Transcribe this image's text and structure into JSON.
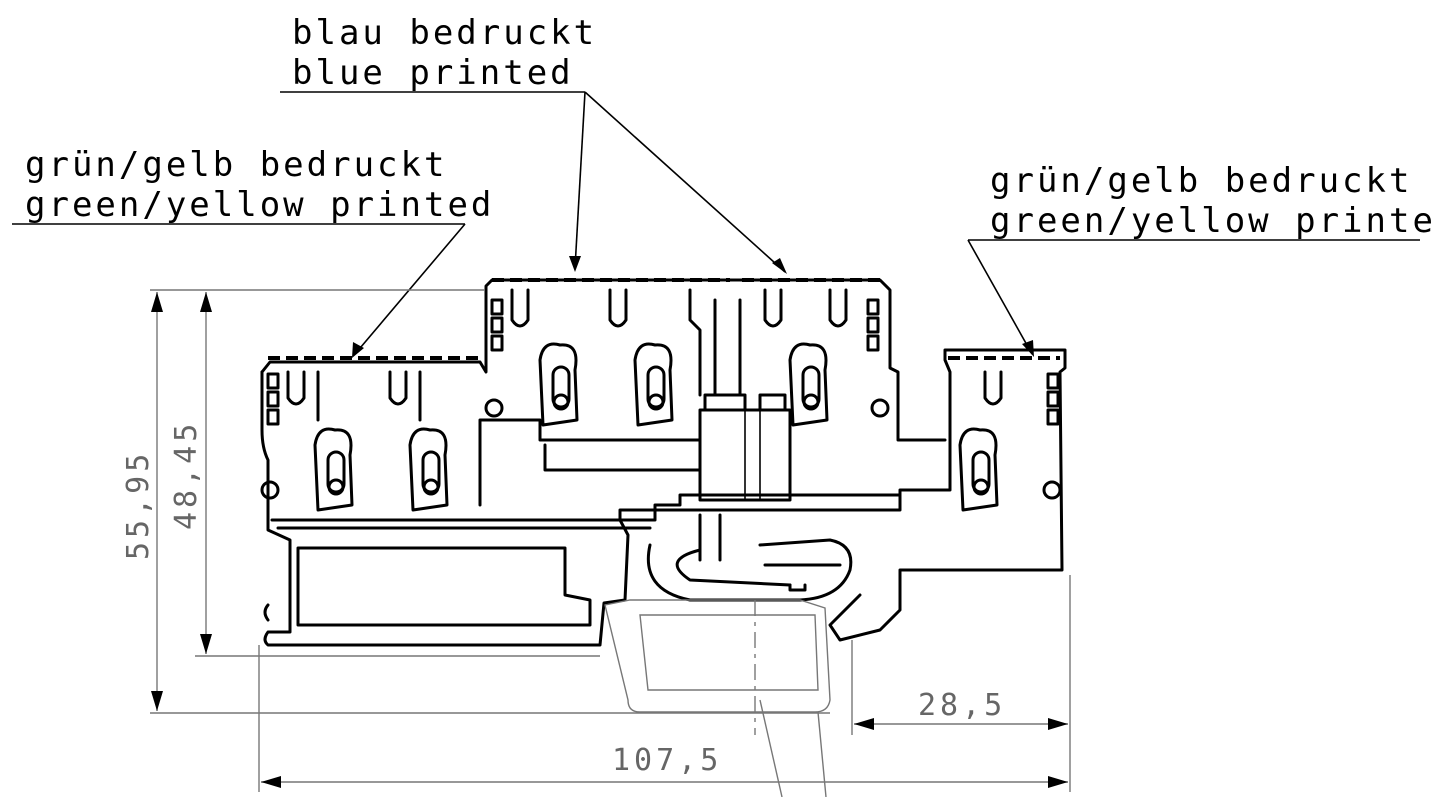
{
  "annotations": {
    "blue": {
      "line1": "blau bedruckt",
      "line2": "blue printed"
    },
    "green_left": {
      "line1": "grün/gelb bedruckt",
      "line2": "green/yellow printed"
    },
    "green_right": {
      "line1": "grün/gelb bedruckt",
      "line2": "green/yellow printed"
    }
  },
  "dimensions": {
    "total_height": "55,95",
    "inner_height": "48,45",
    "total_width": "107,5",
    "rail_offset": "28,5"
  }
}
